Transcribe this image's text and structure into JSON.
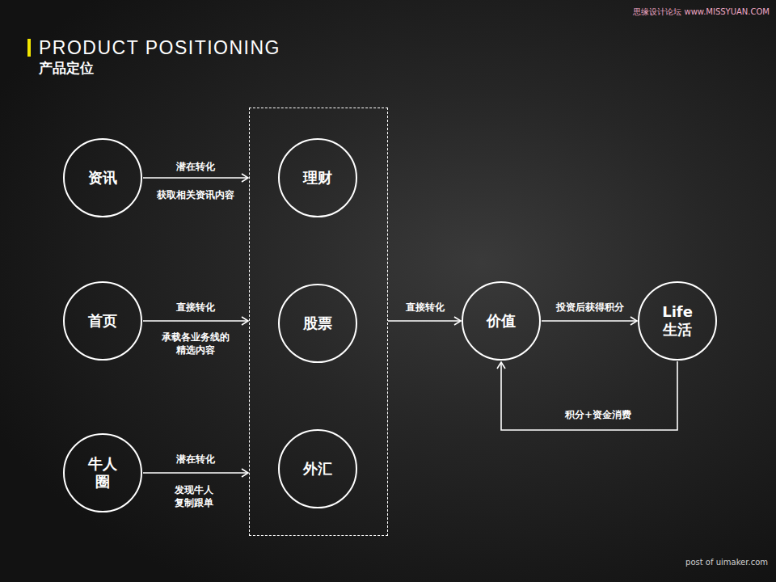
{
  "diagram": {
    "title": "PRODUCT POSITIONING",
    "nodes": [
      {
        "text": [
          "资讯"
        ]
      },
      {
        "text": [
          "首页"
        ]
      },
      {
        "text": [
          "牛人 圈"
        ]
      },
      {
        "text": []
      },
      {
        "text": [
          "理财"
        ],
        "in": 3
      },
      {
        "text": [
          "股票"
        ],
        "in": 3
      },
      {
        "text": [
          "外汇"
        ],
        "in": 3
      },
      {
        "text": [
          "价值"
        ]
      },
      {
        "text": [
          "Life 生活"
        ]
      }
    ],
    "edges": [
      {
        "from": 0,
        "to": 3,
        "label": "潜在转化",
        "arrow": "to"
      },
      {
        "from": 1,
        "to": 3,
        "label": "直接转化",
        "arrow": "to"
      },
      {
        "from": 2,
        "to": 3,
        "label": "潜在转化",
        "arrow": "to"
      },
      {
        "from": 3,
        "to": 7,
        "label": "直接转化",
        "arrow": "to"
      },
      {
        "from": 7,
        "to": 8,
        "label": "投资后获得积分",
        "arrow": "to"
      },
      {
        "from": 8,
        "to": 7,
        "label": "积分+资金消费",
        "arrow": "to"
      }
    ],
    "labels": [
      "产品定位",
      "获取相关资讯内容",
      "承载各业务线的 精选内容",
      "发现牛人 复制跟单",
      "思缘设计论坛 www.MISSYUAN.COM",
      "post of uimaker.com"
    ]
  }
}
